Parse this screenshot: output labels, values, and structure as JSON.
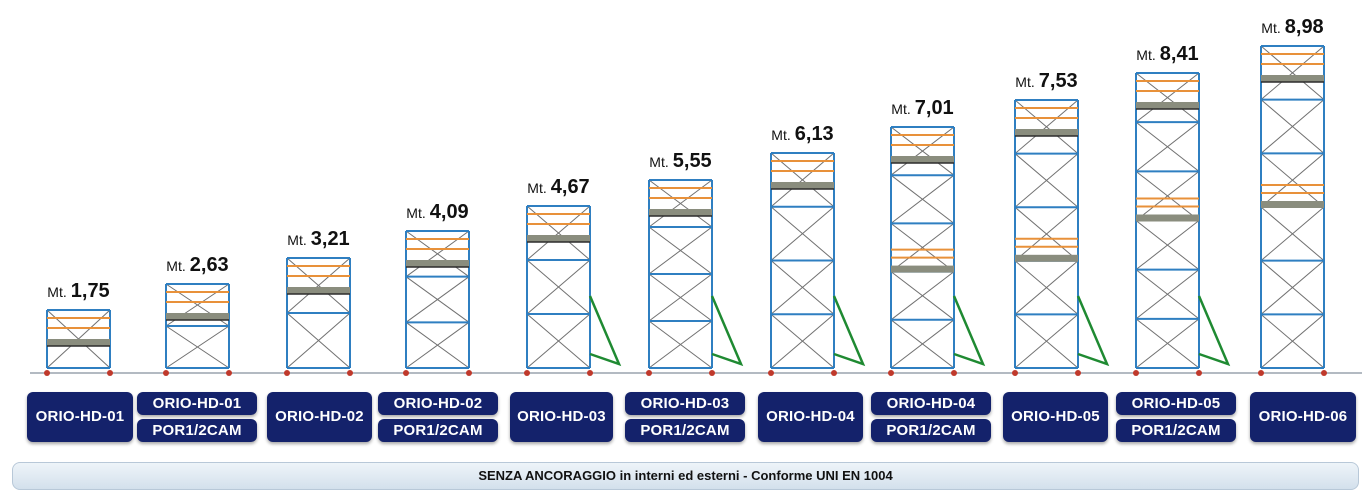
{
  "towers": [
    {
      "height_prefix": "Mt.",
      "height_value": "1,75",
      "label_1": "ORIO-HD-01",
      "label_2": "",
      "stabilizer": false
    },
    {
      "height_prefix": "Mt.",
      "height_value": "2,63",
      "label_1": "ORIO-HD-01",
      "label_2": "POR1/2CAM",
      "stabilizer": false
    },
    {
      "height_prefix": "Mt.",
      "height_value": "3,21",
      "label_1": "ORIO-HD-02",
      "label_2": "",
      "stabilizer": false
    },
    {
      "height_prefix": "Mt.",
      "height_value": "4,09",
      "label_1": "ORIO-HD-02",
      "label_2": "POR1/2CAM",
      "stabilizer": false
    },
    {
      "height_prefix": "Mt.",
      "height_value": "4,67",
      "label_1": "ORIO-HD-03",
      "label_2": "",
      "stabilizer": true
    },
    {
      "height_prefix": "Mt.",
      "height_value": "5,55",
      "label_1": "ORIO-HD-03",
      "label_2": "POR1/2CAM",
      "stabilizer": true
    },
    {
      "height_prefix": "Mt.",
      "height_value": "6,13",
      "label_1": "ORIO-HD-04",
      "label_2": "",
      "stabilizer": true
    },
    {
      "height_prefix": "Mt.",
      "height_value": "7,01",
      "label_1": "ORIO-HD-04",
      "label_2": "POR1/2CAM",
      "stabilizer": true
    },
    {
      "height_prefix": "Mt.",
      "height_value": "7,53",
      "label_1": "ORIO-HD-05",
      "label_2": "",
      "stabilizer": true
    },
    {
      "height_prefix": "Mt.",
      "height_value": "8,41",
      "label_1": "ORIO-HD-05",
      "label_2": "POR1/2CAM",
      "stabilizer": true
    },
    {
      "height_prefix": "Mt.",
      "height_value": "8,98",
      "label_1": "ORIO-HD-06",
      "label_2": "",
      "stabilizer": false
    }
  ],
  "footer": "SENZA ANCORAGGIO in interni ed esterni  -  Conforme UNI EN 1004",
  "colors": {
    "tag_bg": "#14226b",
    "frame_blue": "#2f7fc1",
    "brace_grey": "#707070",
    "rail_orange": "#e8913a",
    "platform_grey": "#8a8d7e",
    "stabilizer_green": "#1f8a32",
    "wheel_red": "#c0392b"
  }
}
